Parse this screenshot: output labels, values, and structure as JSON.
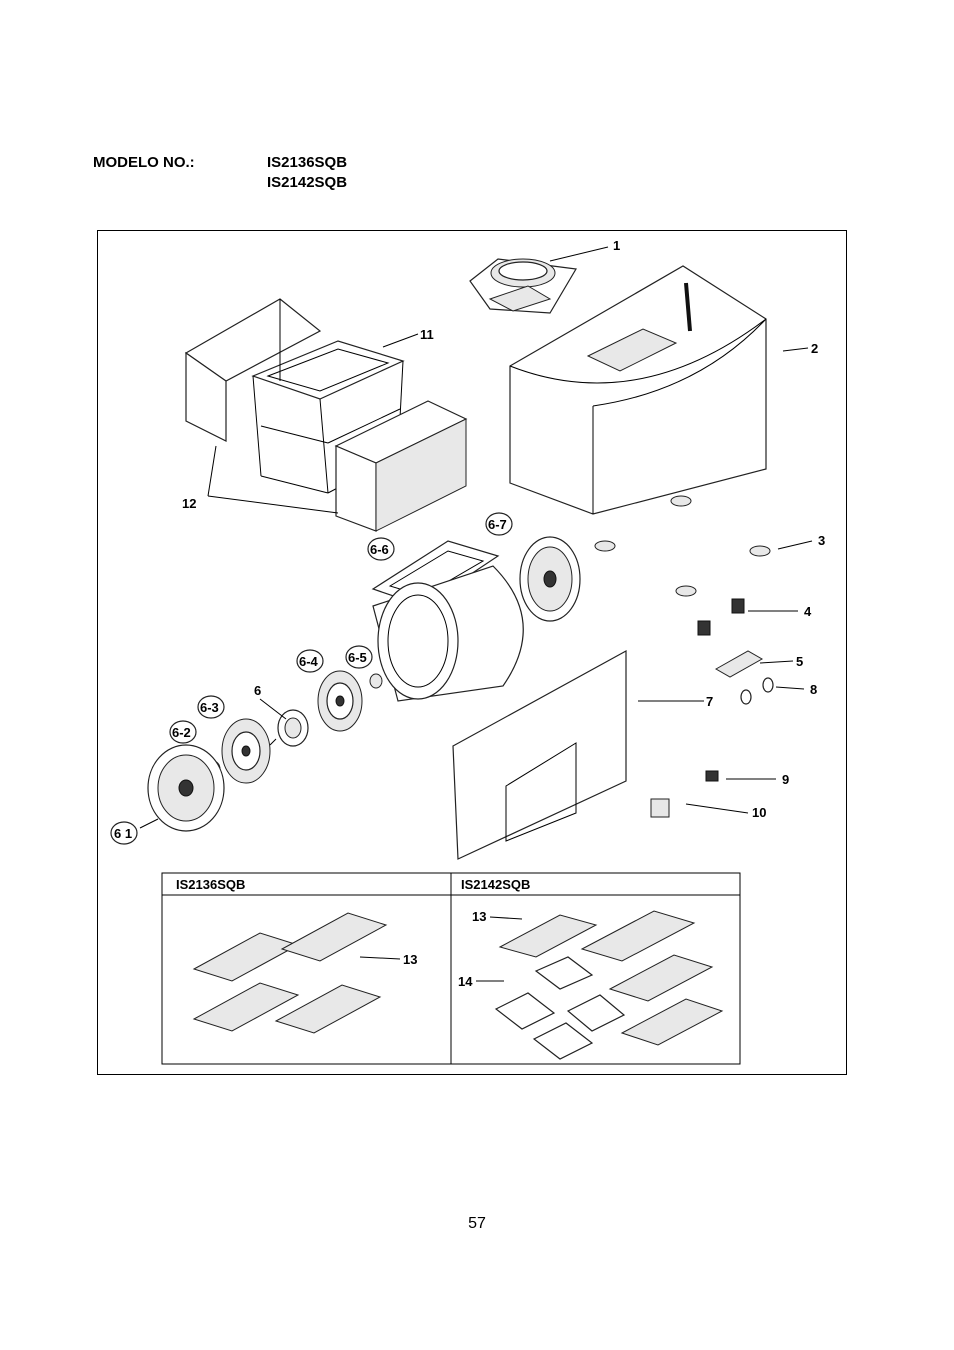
{
  "header": {
    "model_label": "MODELO NO.:",
    "models": [
      "IS2136SQB",
      "IS2142SQB"
    ]
  },
  "callouts": {
    "c1": "1",
    "c2": "2",
    "c3": "3",
    "c4": "4",
    "c5": "5",
    "c6": "6",
    "c6_1": "6 1",
    "c6_2": "6-2",
    "c6_3": "6-3",
    "c6_4": "6-4",
    "c6_5": "6-5",
    "c6_6": "6-6",
    "c6_7": "6-7",
    "c7": "7",
    "c8": "8",
    "c9": "9",
    "c10": "10",
    "c11": "11",
    "c12": "12"
  },
  "filter_table": {
    "col1_header": "IS2136SQB",
    "col2_header": "IS2142SQB",
    "col1_callout": "13",
    "col2_callout_a": "13",
    "col2_callout_b": "14"
  },
  "page_number": "57"
}
